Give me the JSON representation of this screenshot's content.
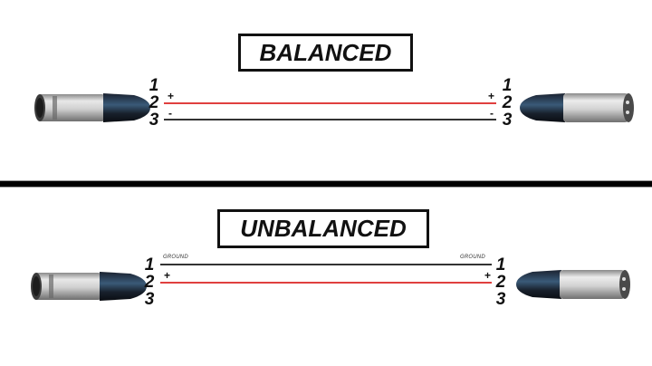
{
  "balanced": {
    "title": "BALANCED",
    "left_pins": [
      "1",
      "2",
      "3"
    ],
    "right_pins": [
      "1",
      "2",
      "3"
    ],
    "wires": [
      {
        "pin": "2",
        "label_left": "+",
        "label_right": "+",
        "color": "#e0403f"
      },
      {
        "pin": "3",
        "label_left": "-",
        "label_right": "-",
        "color": "#333333"
      }
    ],
    "left_connector": "xlr-female-connector",
    "right_connector": "xlr-male-connector"
  },
  "unbalanced": {
    "title": "UNBALANCED",
    "left_pins": [
      "1",
      "2",
      "3"
    ],
    "right_pins": [
      "1",
      "2",
      "3"
    ],
    "wires": [
      {
        "pin": "1",
        "label_left": "GROUND",
        "label_right": "GROUND",
        "color": "#333333"
      },
      {
        "pin": "2",
        "label_left": "+",
        "label_right": "+",
        "color": "#e0403f"
      }
    ],
    "left_connector": "xlr-female-connector",
    "right_connector": "xlr-male-connector"
  },
  "colors": {
    "hot_wire": "#e0403f",
    "cold_wire": "#333333",
    "divider": "#000000",
    "text": "#111111"
  }
}
